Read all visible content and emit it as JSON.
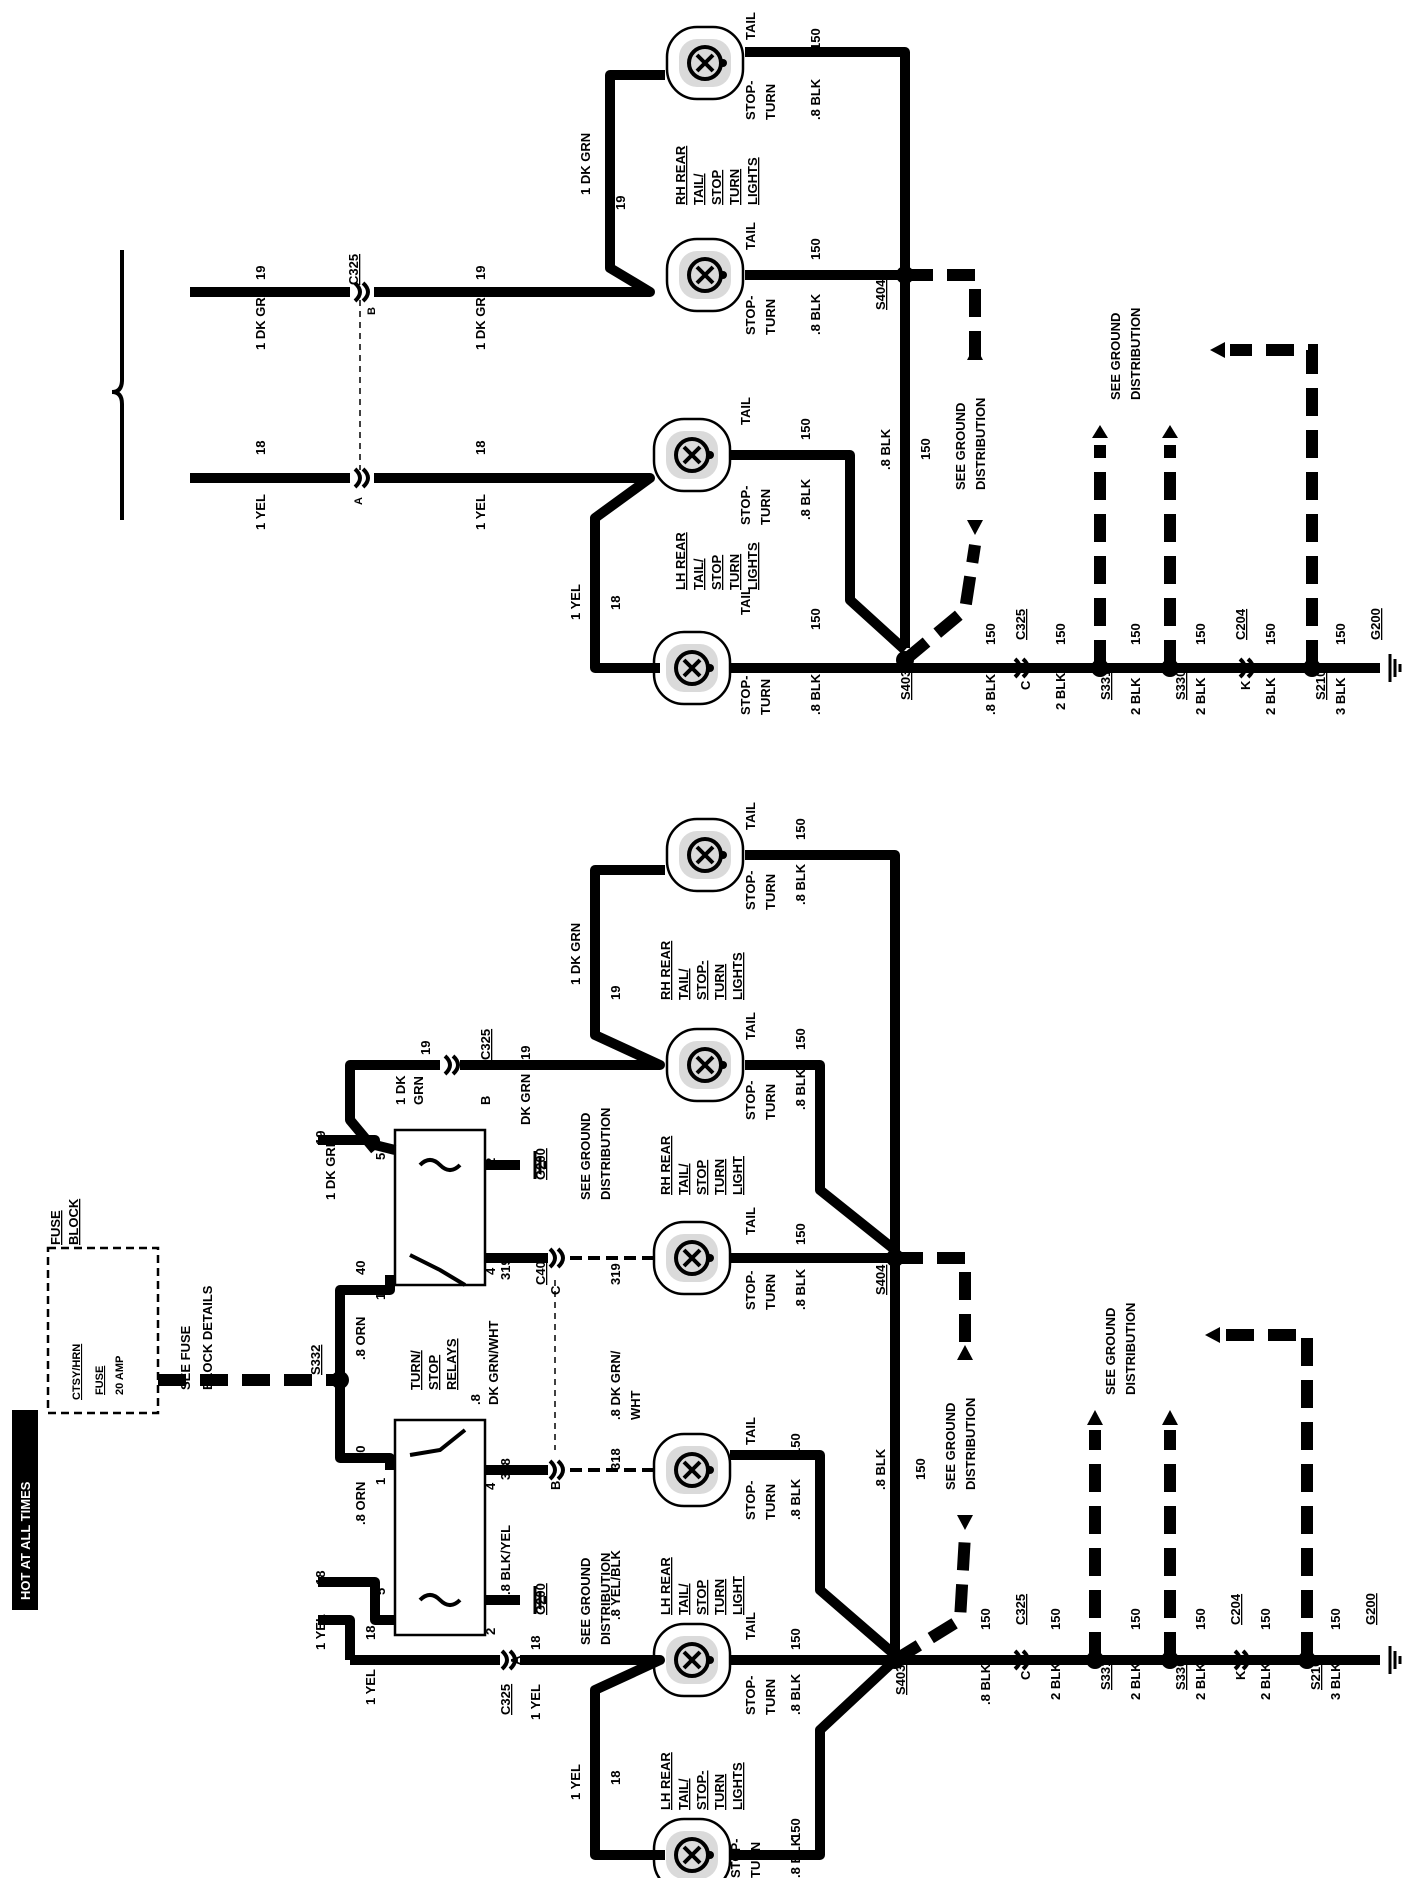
{
  "left": {
    "hot_at_all_times": "HOT AT ALL TIMES",
    "fuse_block_title": [
      "FUSE",
      "BLOCK"
    ],
    "fuse_name": "CTSY/HRN",
    "fuse_word": "FUSE",
    "fuse_rating": "20 AMP",
    "see_fuse": [
      "SEE FUSE",
      "BLOCK DETAILS"
    ],
    "splice_s332": "S332",
    "relay_label": [
      "TURN/",
      "STOP",
      "RELAYS"
    ],
    "relay_mid_wire": [
      ".8",
      "DK GRN/WHT"
    ],
    "wire_8orn": ".8 ORN",
    "circuit_40": "40",
    "wire_1yel": "1 YEL",
    "wire_1dkgrn": "1 DK GRN",
    "circuit_18": "18",
    "circuit_19": "19",
    "pin_1": "1",
    "pin_2": "2",
    "pin_4": "4",
    "pin_5": "5",
    "circuit_318": "318",
    "circuit_319": "319",
    "wire_8blkyel": ".8 BLK/YEL",
    "wire_8yelblk": ".8 YEL/BLK",
    "wire_8dkgrnwht": [
      ".8 DK GRN/",
      "WHT"
    ],
    "conn_c403": "C403",
    "conn_c325": "C325",
    "conn_c204": "C204",
    "ground_g200": "G200",
    "pin_A": "A",
    "pin_B": "B",
    "pin_C": "C",
    "pin_K": "K",
    "wire_dkgrn_top": [
      "1 DK",
      "GRN"
    ],
    "wire_dkgrn_small": "DK GRN",
    "see_ground": [
      "SEE GROUND",
      "DISTRIBUTION"
    ],
    "lh_rear": [
      "LH REAR",
      "TAIL/",
      "STOP-",
      "TURN",
      "LIGHTS"
    ],
    "lh_rear2": [
      "LH REAR",
      "TAIL/",
      "STOP",
      "TURN",
      "LIGHT"
    ],
    "rh_rear": [
      "RH REAR",
      "TAIL/",
      "STOP",
      "TURN",
      "LIGHT"
    ],
    "rh_rear2": [
      "RH REAR",
      "TAIL/",
      "STOP-",
      "TURN",
      "LIGHTS"
    ],
    "tail": "TAIL",
    "stop": "STOP-",
    "turn": "TURN",
    "wire_8blk": ".8 BLK",
    "wire_2blk": "2 BLK",
    "wire_3blk": "3 BLK",
    "circuit_150": "150",
    "splice_s403": "S403",
    "splice_s404": "S404",
    "splice_s331": "S331",
    "splice_s330": "S330",
    "splice_s210": "S210"
  },
  "right": {
    "wire_1yel": "1 YEL",
    "wire_1dkgrn": "1 DK GRN",
    "circuit_18": "18",
    "circuit_19": "19",
    "conn_c325": "C325",
    "pin_A": "A",
    "pin_B": "B",
    "lh_rear": [
      "LH REAR",
      "TAIL/",
      "STOP",
      "TURN",
      "LIGHTS"
    ],
    "rh_rear": [
      "RH REAR",
      "TAIL/",
      "STOP",
      "TURN",
      "LIGHTS"
    ],
    "tail": "TAIL",
    "stop": "STOP-",
    "turn": "TURN",
    "wire_8blk": ".8 BLK",
    "circuit_150": "150",
    "splice_s403": "S403",
    "splice_s404": "S404",
    "see_ground": [
      "SEE GROUND",
      "DISTRIBUTION"
    ],
    "pin_C": "C",
    "pin_K": "K",
    "wire_2blk": "2 BLK",
    "wire_3blk": "3 BLK",
    "splice_s331": "S331",
    "splice_s330": "S330",
    "splice_s210": "S210",
    "conn_c204": "C204",
    "ground_g200": "G200"
  }
}
